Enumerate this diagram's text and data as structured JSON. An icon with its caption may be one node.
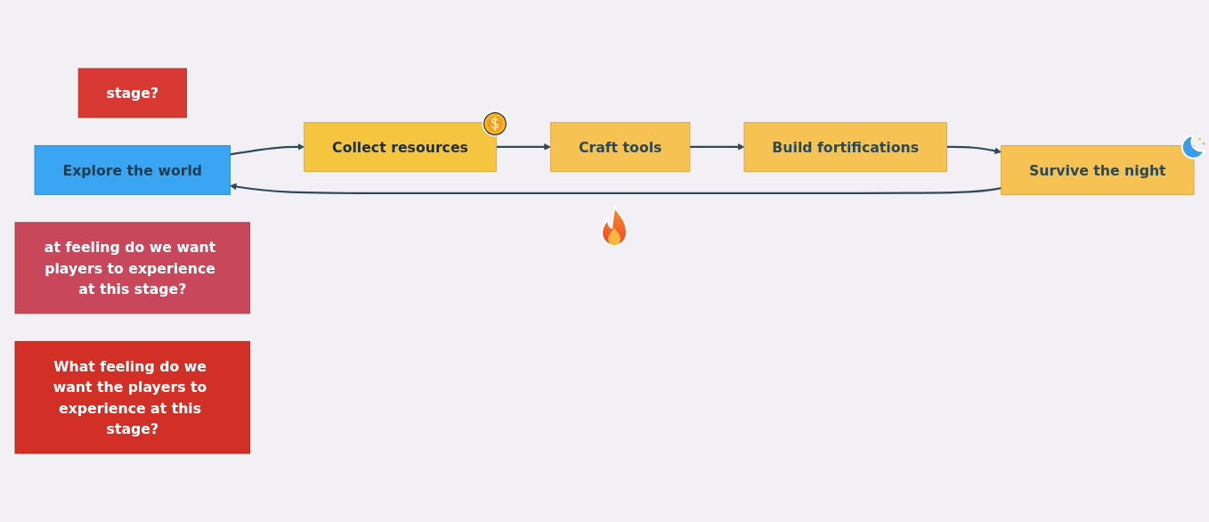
{
  "diagram": {
    "nodes": [
      {
        "text": [
          "stage?"
        ]
      },
      {
        "text": [
          "Explore the world"
        ]
      },
      {
        "text": [
          "at feeling do we want players to experience at this stage?"
        ]
      },
      {
        "text": [
          "Survive the night"
        ]
      },
      {
        "text": [
          "Collect resources"
        ]
      },
      {
        "text": [
          "What feeling do we want the players to experience at this stage?"
        ]
      },
      {
        "text": [
          "Build fortifications"
        ]
      },
      {
        "text": [
          "Craft tools"
        ]
      }
    ],
    "edges": [
      {
        "from": 1,
        "to": 4,
        "arrow": "to"
      },
      {
        "from": 4,
        "to": 7,
        "arrow": "to"
      },
      {
        "from": 7,
        "to": 6,
        "arrow": "to"
      },
      {
        "from": 6,
        "to": 3,
        "arrow": "to"
      },
      {
        "from": 3,
        "to": 1,
        "arrow": "to"
      }
    ]
  }
}
